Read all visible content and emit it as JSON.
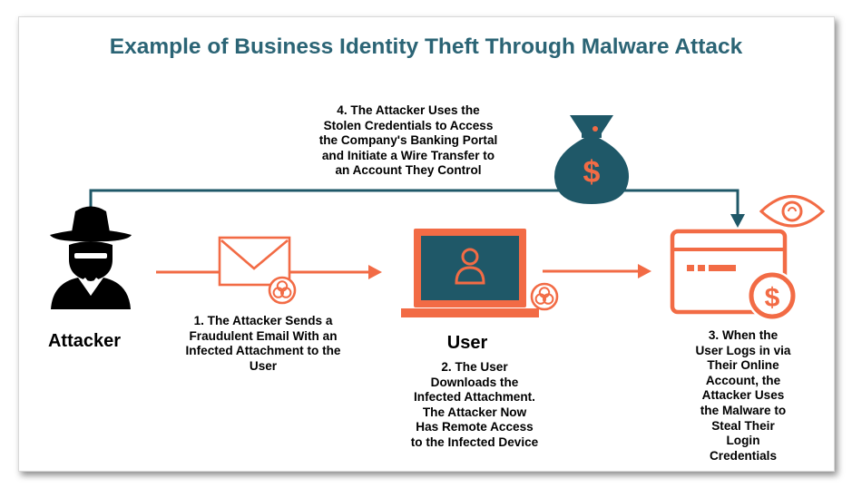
{
  "title": "Example of Business Identity Theft Through Malware Attack",
  "actors": {
    "attacker": "Attacker",
    "user": "User"
  },
  "steps": {
    "step1": "1. The Attacker Sends a\nFraudulent Email With an\nInfected Attachment to the\nUser",
    "step2": "2. The User\nDownloads the\nInfected Attachment.\nThe Attacker Now\nHas Remote Access\nto the Infected Device",
    "step3": "3. When the\nUser Logs in via\nTheir Online\nAccount, the\nAttacker Uses\nthe Malware to\nSteal Their\nLogin\nCredentials",
    "step4": "4. The Attacker Uses the\nStolen Credentials to Access\nthe Company's Banking Portal\nand Initiate a Wire Transfer to\nan Account They Control"
  },
  "icons": {
    "attacker": "hacker-icon",
    "email": "envelope-icon",
    "laptop": "laptop-user-icon",
    "biohazard": "biohazard-icon",
    "money": "money-bag-icon",
    "browser": "browser-window-icon",
    "eye": "eye-icon",
    "dollar": "dollar-coin-icon"
  },
  "colors": {
    "title": "#2b6475",
    "teal": "#1f5868",
    "orange": "#f26b45",
    "black": "#000000"
  }
}
